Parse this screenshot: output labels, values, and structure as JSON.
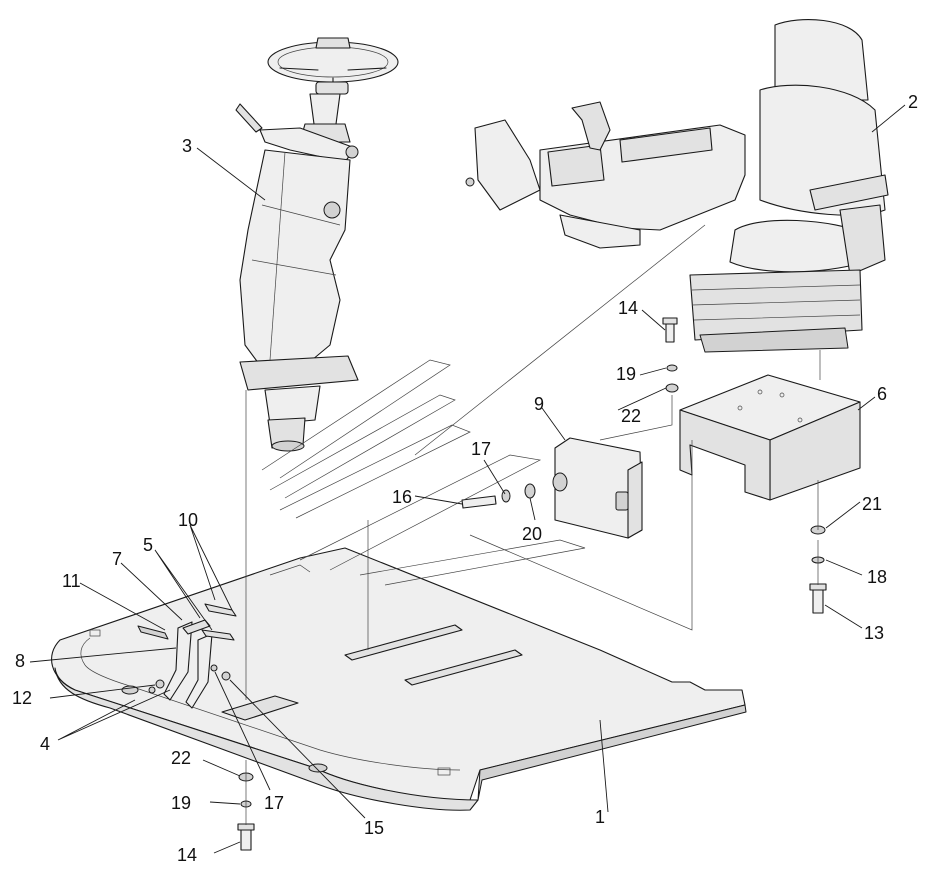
{
  "callouts": {
    "c1": "1",
    "c2": "2",
    "c3": "3",
    "c4": "4",
    "c5": "5",
    "c6": "6",
    "c7": "7",
    "c8": "8",
    "c9": "9",
    "c10": "10",
    "c11": "11",
    "c12": "12",
    "c13": "13",
    "c14a": "14",
    "c14b": "14",
    "c15": "15",
    "c16": "16",
    "c17a": "17",
    "c17b": "17",
    "c18": "18",
    "c19a": "19",
    "c19b": "19",
    "c20": "20",
    "c21": "21",
    "c22a": "22",
    "c22b": "22"
  }
}
